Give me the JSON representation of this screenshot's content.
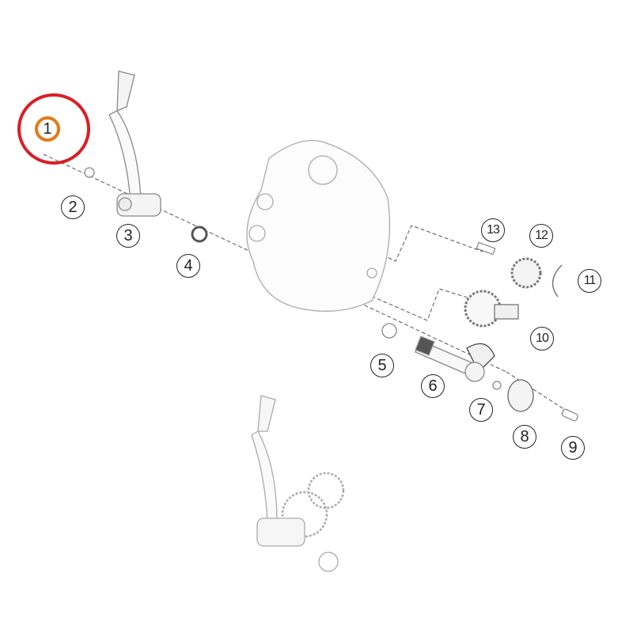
{
  "diagram": {
    "highlight_color": "#e07b1a",
    "ring_color": "#d81f26",
    "highlighted_part": "1",
    "callouts": [
      "1",
      "2",
      "3",
      "4",
      "5",
      "6",
      "7",
      "8",
      "9",
      "10",
      "11",
      "12",
      "13"
    ]
  }
}
